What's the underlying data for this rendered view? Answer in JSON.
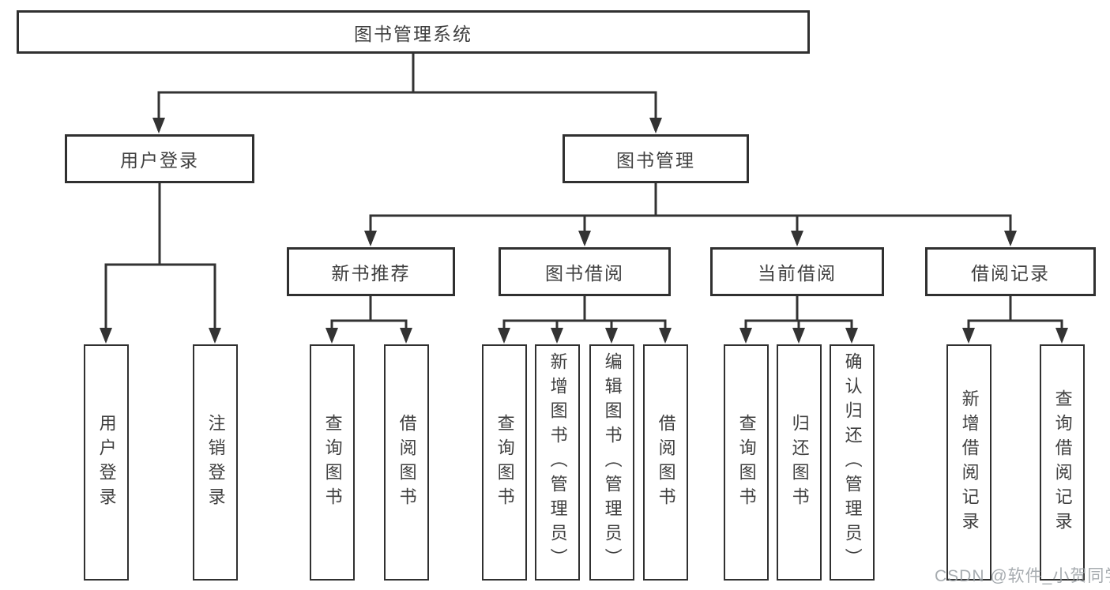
{
  "tree": {
    "root": {
      "label": "图书管理系统"
    },
    "branches": [
      {
        "label": "用户登录",
        "children": [
          {
            "label": "用户登录"
          },
          {
            "label": "注销登录"
          }
        ]
      },
      {
        "label": "图书管理",
        "children": [
          {
            "label": "新书推荐",
            "children": [
              {
                "label": "查询图书"
              },
              {
                "label": "借阅图书"
              }
            ]
          },
          {
            "label": "图书借阅",
            "children": [
              {
                "label": "查询图书"
              },
              {
                "label": "新增图书（管理员）"
              },
              {
                "label": "编辑图书（管理员）"
              },
              {
                "label": "借阅图书"
              }
            ]
          },
          {
            "label": "当前借阅",
            "children": [
              {
                "label": "查询图书"
              },
              {
                "label": "归还图书"
              },
              {
                "label": "确认归还（管理员）"
              }
            ]
          },
          {
            "label": "借阅记录",
            "children": [
              {
                "label": "新增借阅记录"
              },
              {
                "label": "查询借阅记录"
              }
            ]
          }
        ]
      }
    ]
  },
  "watermark": {
    "text": "CSDN @软件_小贺同学"
  },
  "colors": {
    "line": "#333333",
    "box_border": "#303030",
    "box_fill": "#ffffff",
    "text": "#3f3f3f",
    "watermark": "#9aa0a4",
    "background": "#ffffff"
  }
}
